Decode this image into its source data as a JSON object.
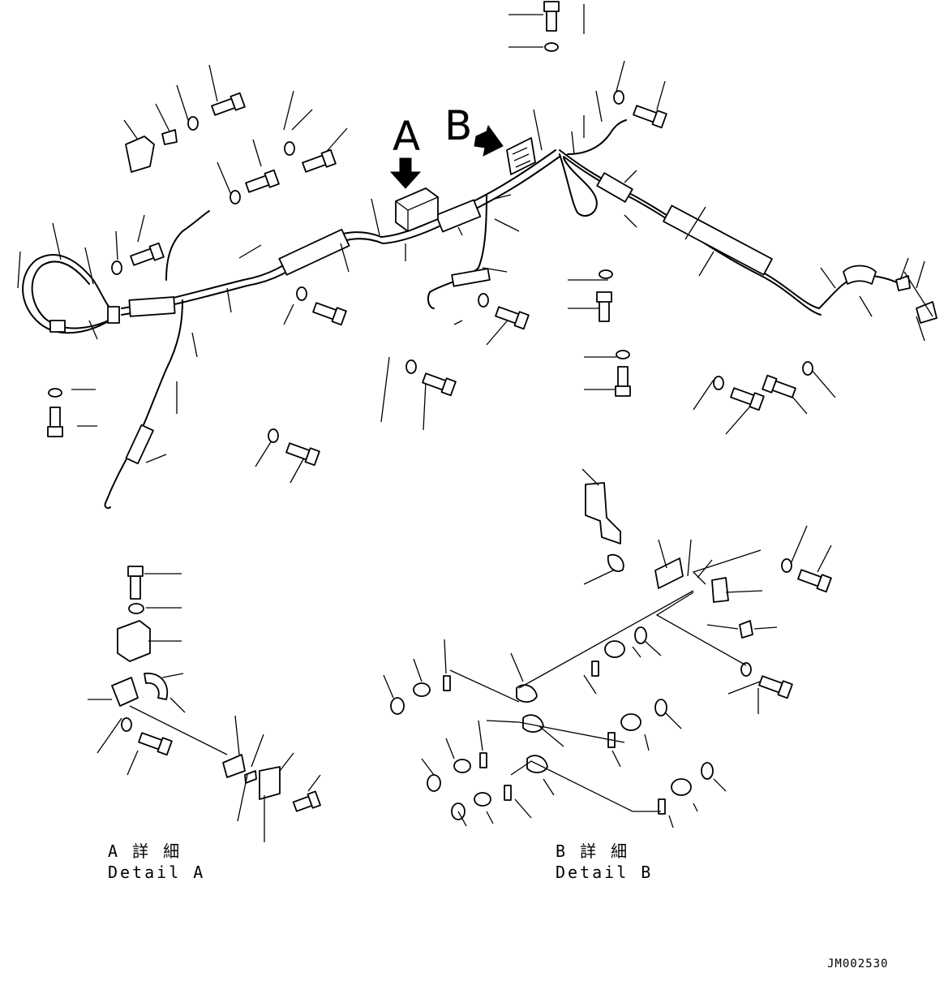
{
  "callouts": {
    "a_letter": "A",
    "b_letter": "B"
  },
  "details": {
    "a_jp": "A 詳 細",
    "a_en": "Detail A",
    "b_jp": "B 詳 細",
    "b_en": "Detail B"
  },
  "drawing_code": "JM002530",
  "colors": {
    "ink": "#000000",
    "paper": "#ffffff"
  }
}
